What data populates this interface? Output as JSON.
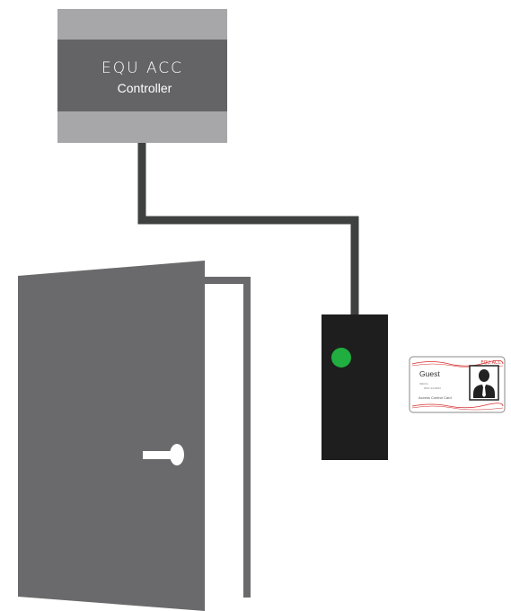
{
  "controller": {
    "brand": "EQU ACC",
    "label": "Controller"
  },
  "card": {
    "brand": "EQU ACC",
    "name": "Guest",
    "detail_line1": "Valid to",
    "detail_line2": "2017-12-2024",
    "footer": "Access Control Card",
    "photo_icon": "person-silhouette-icon"
  },
  "reader": {
    "status_color": "#1fae3f",
    "status": "green"
  },
  "colors": {
    "controller_light": "#a7a7a9",
    "controller_dark": "#646467",
    "wire": "#3f4140",
    "door": "#6a6a6c",
    "reader": "#1e1e1e",
    "card_accent": "#d62d2d"
  }
}
